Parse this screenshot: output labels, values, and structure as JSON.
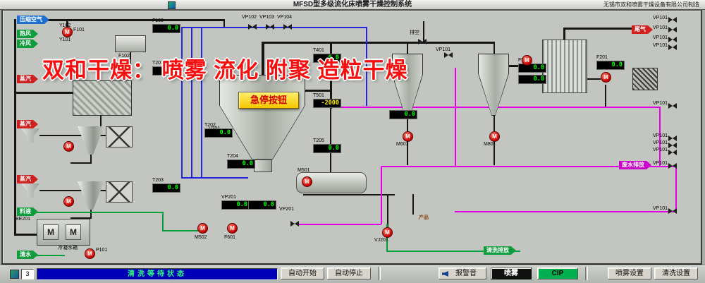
{
  "header": {
    "title": "MFSD型多级流化床喷雾干燥控制系统",
    "manufacturer": "无锡市双和喷雾干燥设备有限公司制造"
  },
  "watermark": "双和干燥： 喷雾 流化 附聚 造粒干燥",
  "estop_label": "急停按钮",
  "pump_label": "M",
  "motor_label": "M",
  "statusbar": {
    "unit": "3",
    "status": "清洗等待状态"
  },
  "toolbar": {
    "auto_start": "自动开始",
    "auto_stop": "自动停止",
    "alarm": "报警音",
    "spray": "喷雾",
    "cip": "CIP",
    "spray_setup": "喷雾设置",
    "clean_setup": "清洗设置"
  },
  "colors": {
    "pipe_black": "#151515",
    "pipe_blue": "#2525dd",
    "pipe_magenta": "#e400e4",
    "pipe_green": "#00a23c",
    "display_green": "#00ff00",
    "display_yellow": "#ffee00",
    "pump_red": "#c60000",
    "tag_blue": "#1f6fd0",
    "tag_green": "#0f9c3c",
    "tag_red": "#d02020",
    "tag_magenta": "#cc00cc"
  },
  "tags": [
    [
      "压缩空气",
      24,
      22,
      "#1f6fd0"
    ],
    [
      "热风",
      24,
      42,
      "#0f9c3c"
    ],
    [
      "冷风",
      24,
      56,
      "#0f9c3c"
    ],
    [
      "蒸汽",
      24,
      106,
      "#d02020"
    ],
    [
      "蒸汽",
      24,
      170,
      "#d02020"
    ],
    [
      "蒸汽",
      24,
      248,
      "#d02020"
    ],
    [
      "料液",
      24,
      294,
      "#0f9c3c"
    ],
    [
      "清水",
      24,
      355,
      "#0f9c3c"
    ],
    [
      "尾气",
      896,
      36,
      "#d02020"
    ],
    [
      "废水排放",
      878,
      228,
      "#cc00cc"
    ],
    [
      "清洗排放",
      686,
      349,
      "#0f9c3c"
    ]
  ],
  "labels": [
    [
      "Y102",
      84,
      33
    ],
    [
      "Y101",
      84,
      53
    ],
    [
      "F101",
      104,
      39
    ],
    [
      "F102",
      168,
      76
    ],
    [
      "VP102",
      343,
      21
    ],
    [
      "VP103",
      368,
      21
    ],
    [
      "VP104",
      393,
      21
    ],
    [
      "排空",
      581,
      43
    ],
    [
      "VP101",
      618,
      67
    ],
    [
      "V301",
      296,
      179
    ],
    [
      "M501",
      422,
      238
    ],
    [
      "VP201",
      396,
      293
    ],
    [
      "M601",
      562,
      201
    ],
    [
      "M801",
      686,
      201
    ],
    [
      "M502",
      276,
      333
    ],
    [
      "F601",
      318,
      333
    ],
    [
      "VJ201",
      531,
      337
    ],
    [
      "P101",
      136,
      351
    ],
    [
      "BE201",
      22,
      307
    ],
    [
      "冷凝水箱",
      82,
      348
    ],
    [
      "产品",
      594,
      305,
      "#8a4a10"
    ],
    [
      "VP101",
      926,
      22
    ],
    [
      "VP101",
      926,
      36
    ],
    [
      "VP101",
      926,
      50
    ],
    [
      "VP101",
      926,
      61
    ],
    [
      "VP101",
      926,
      143
    ],
    [
      "VP101",
      926,
      189
    ],
    [
      "VP101",
      926,
      199
    ],
    [
      "VP101",
      926,
      209
    ],
    [
      "VP101",
      926,
      228
    ],
    [
      "VP101",
      926,
      292
    ]
  ],
  "displays": [
    [
      "F102",
      216,
      34,
      "0.0",
      "g"
    ],
    [
      "T201",
      216,
      94,
      "0.0",
      "g"
    ],
    [
      "T202",
      290,
      182,
      "0.0",
      "g"
    ],
    [
      "T203",
      216,
      260,
      "0.0",
      "g"
    ],
    [
      "T204",
      322,
      226,
      "0.0",
      "g"
    ],
    [
      "T401",
      444,
      76,
      "0.0",
      "g"
    ],
    [
      "T501",
      444,
      140,
      "-2000",
      "y"
    ],
    [
      "T205",
      444,
      204,
      "0.0",
      "g"
    ],
    [
      "",
      552,
      156,
      "0.0",
      "g"
    ],
    [
      "F501",
      735,
      90,
      "0.0",
      "g"
    ],
    [
      "",
      735,
      106,
      "0.0",
      "g"
    ],
    [
      "F201",
      846,
      86,
      "0.0",
      "g"
    ],
    [
      "VP201",
      314,
      284,
      "0.0",
      "g"
    ],
    [
      "",
      352,
      284,
      "0.0",
      "g"
    ]
  ],
  "pumps": [
    [
      88,
      38
    ],
    [
      90,
      200
    ],
    [
      90,
      278
    ],
    [
      280,
      316
    ],
    [
      322,
      316
    ],
    [
      428,
      250
    ],
    [
      571,
      186
    ],
    [
      694,
      186
    ],
    [
      740,
      78
    ],
    [
      852,
      102
    ],
    [
      542,
      322
    ],
    [
      120,
      352
    ]
  ],
  "valves": [
    [
      352,
      34
    ],
    [
      377,
      34
    ],
    [
      402,
      34
    ],
    [
      593,
      55
    ],
    [
      630,
      74
    ],
    [
      412,
      313
    ],
    [
      948,
      24
    ],
    [
      948,
      38
    ],
    [
      948,
      52
    ],
    [
      948,
      63
    ],
    [
      948,
      146
    ],
    [
      948,
      192
    ],
    [
      948,
      202
    ],
    [
      948,
      212
    ],
    [
      948,
      231
    ],
    [
      948,
      295
    ]
  ],
  "pipes": [
    [
      55,
      27,
      318,
      27,
      "k",
      3
    ],
    [
      20,
      27,
      20,
      333,
      "k",
      3
    ],
    [
      20,
      331,
      56,
      331,
      "k",
      3
    ],
    [
      94,
      27,
      94,
      44,
      "k",
      3
    ],
    [
      317,
      27,
      317,
      40,
      "k",
      2
    ],
    [
      184,
      72,
      184,
      116,
      "k",
      2
    ],
    [
      142,
      162,
      142,
      182,
      "k",
      2
    ],
    [
      128,
      216,
      128,
      232,
      "k",
      2
    ],
    [
      100,
      230,
      128,
      230,
      "k",
      2
    ],
    [
      128,
      294,
      128,
      310,
      "k",
      2
    ],
    [
      100,
      308,
      128,
      308,
      "k",
      2
    ],
    [
      56,
      191,
      150,
      191,
      "k",
      2
    ],
    [
      56,
      269,
      150,
      269,
      "k",
      2
    ],
    [
      20,
      130,
      104,
      130,
      "k",
      3
    ],
    [
      371,
      60,
      371,
      110,
      "k",
      4
    ],
    [
      371,
      59,
      700,
      59,
      "k",
      3
    ],
    [
      600,
      30,
      600,
      59,
      "k",
      2
    ],
    [
      577,
      59,
      577,
      80,
      "k",
      2
    ],
    [
      700,
      59,
      700,
      80,
      "k",
      2
    ],
    [
      432,
      127,
      468,
      127,
      "k",
      3
    ],
    [
      468,
      59,
      468,
      154,
      "k",
      3
    ],
    [
      468,
      154,
      468,
      248,
      "k",
      2
    ],
    [
      430,
      275,
      560,
      275,
      "k",
      2
    ],
    [
      549,
      275,
      549,
      322,
      "k",
      2
    ],
    [
      585,
      275,
      585,
      304,
      "k",
      2
    ],
    [
      577,
      166,
      577,
      186,
      "k",
      2
    ],
    [
      700,
      160,
      700,
      186,
      "k",
      2
    ],
    [
      577,
      199,
      577,
      234,
      "k",
      2
    ],
    [
      700,
      199,
      700,
      234,
      "k",
      2
    ],
    [
      719,
      92,
      770,
      92,
      "k",
      3
    ],
    [
      799,
      40,
      799,
      58,
      "k",
      3
    ],
    [
      799,
      39,
      897,
      39,
      "k",
      3
    ],
    [
      829,
      111,
      852,
      111,
      "k",
      2
    ],
    [
      858,
      120,
      858,
      152,
      "k",
      2
    ],
    [
      257,
      38,
      520,
      38,
      "b",
      2
    ],
    [
      257,
      38,
      257,
      252,
      "b",
      2
    ],
    [
      271,
      38,
      271,
      252,
      "b",
      2
    ],
    [
      285,
      38,
      285,
      252,
      "b",
      2
    ],
    [
      257,
      251,
      352,
      251,
      "b",
      2
    ],
    [
      519,
      38,
      519,
      150,
      "b",
      2
    ],
    [
      470,
      151,
      936,
      151,
      "m",
      2
    ],
    [
      935,
      151,
      935,
      237,
      "m",
      2
    ],
    [
      540,
      235,
      959,
      235,
      "m",
      2
    ],
    [
      540,
      235,
      540,
      318,
      "m",
      2
    ],
    [
      420,
      317,
      540,
      317,
      "m",
      2
    ],
    [
      645,
      96,
      645,
      235,
      "m",
      2
    ],
    [
      645,
      299,
      959,
      299,
      "m",
      2
    ],
    [
      958,
      235,
      958,
      300,
      "m",
      2
    ],
    [
      548,
      355,
      738,
      355,
      "g",
      2
    ],
    [
      548,
      317,
      548,
      355,
      "g",
      2
    ],
    [
      52,
      300,
      230,
      300,
      "g",
      2
    ],
    [
      230,
      300,
      230,
      327,
      "g",
      2
    ],
    [
      230,
      326,
      282,
      326,
      "g",
      2
    ],
    [
      52,
      361,
      92,
      361,
      "g",
      2
    ]
  ]
}
